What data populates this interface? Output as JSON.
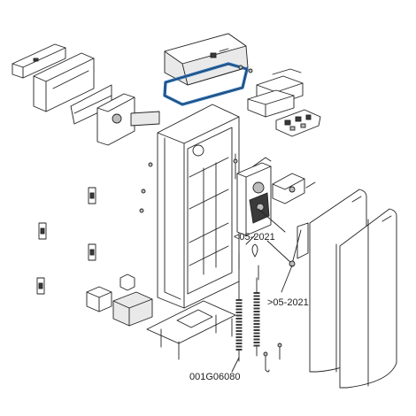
{
  "labels": {
    "lower_revision": "<05-2021",
    "upper_revision": ">05-2021",
    "drawing_code": "001G06080"
  },
  "colors": {
    "highlight": "#2a6fb5",
    "line": "#222222"
  }
}
